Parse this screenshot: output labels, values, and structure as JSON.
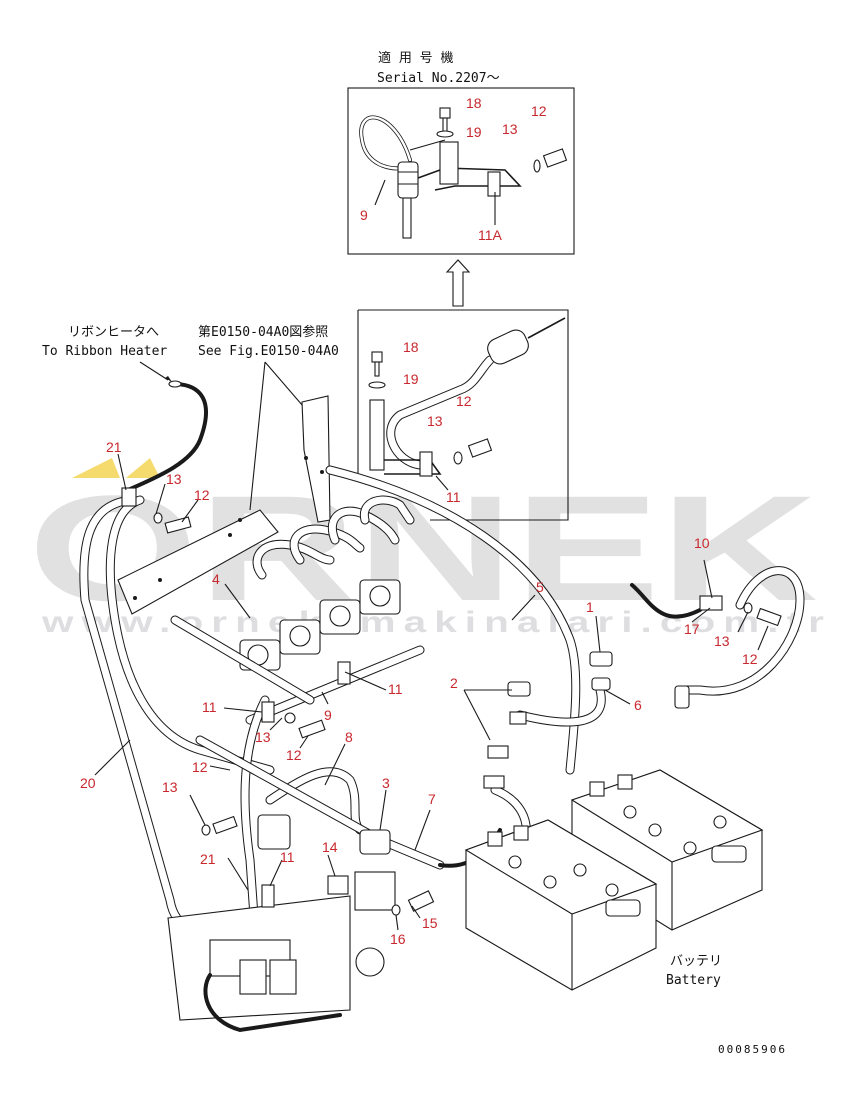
{
  "watermark": {
    "brand": "ORNEK",
    "url": "www.orneksmakinalari.com.tr"
  },
  "notes": {
    "serial_jp": "適 用 号 機",
    "serial_en": "Serial No.2207～",
    "ribbon_jp": "リボンヒータへ",
    "ribbon_en": "To Ribbon Heater",
    "seefig_jp": "第E0150-04A0図参照",
    "seefig_en": "See Fig.E0150-04A0",
    "battery_jp": "バッテリ",
    "battery_en": "Battery"
  },
  "drawing_code": "00085906",
  "part_labels": {
    "top_18": "18",
    "top_19": "19",
    "top_13": "13",
    "top_12": "12",
    "top_9": "9",
    "top_11a": "11A",
    "mid_18": "18",
    "mid_19": "19",
    "mid_12": "12",
    "mid_13": "13",
    "mid_11": "11",
    "l_21": "21",
    "l_13": "13",
    "l_12": "12",
    "l_4": "4",
    "r_10": "10",
    "r_17": "17",
    "r_13": "13",
    "r_12": "12",
    "p_5": "5",
    "p_1": "1",
    "p_2": "2",
    "p_6": "6",
    "p_11a": "11",
    "p_11b": "11",
    "p_13b": "13",
    "p_9": "9",
    "p_12b": "12",
    "p_8": "8",
    "p_20": "20",
    "p_12c": "12",
    "p_3": "3",
    "p_7": "7",
    "p_13c": "13",
    "p_21b": "21",
    "p_11c": "11",
    "p_14": "14",
    "p_15": "15",
    "p_16": "16"
  }
}
